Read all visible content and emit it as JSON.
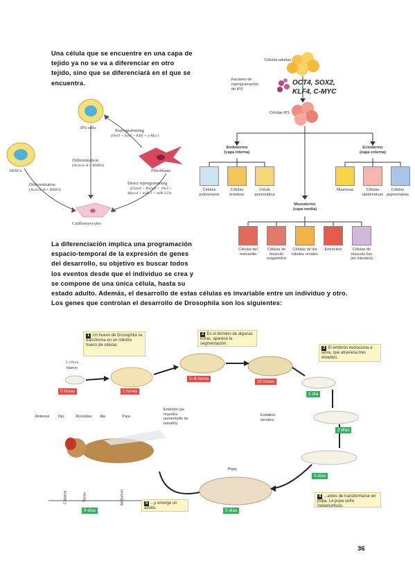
{
  "intro_paragraph": {
    "lines": [
      "Una célula que se encuentre en una capa de",
      "tejido ya no se va a diferenciar en otro",
      "tejido, sino que se diferenciará en el que se",
      "encuentra."
    ]
  },
  "figure_reprogramming": {
    "ips_label": "iPS cells",
    "hescs_label": "hESCs",
    "fibroblasts_label": "Fibroblasts",
    "cardiomyocytes_label": "Cardiomyocytes",
    "reprogramming_label": "Reprogramming",
    "reprogramming_factors": "(Oct4 + Sox2 + Klf4 + c-Myc)",
    "differentiation_label": "Differentiation",
    "differentiation_factors": "(Activin A + BMP4)",
    "differentiation2_label": "Differentiation",
    "differentiation2_factors": "(Activin A + BMP4)",
    "direct_label": "Direct reprogramming",
    "direct_factors_1": "(Gata4 + Hand2 + Tbx5 +",
    "direct_factors_2": "Myocd + miR-1 + miR-133)"
  },
  "figure_ips": {
    "adult_cells": "Células adultas",
    "factors_label_1": "Factores de",
    "factors_label_2": "reprogramación",
    "factors_label_3": "de iPS",
    "factors_names_1": "OCT4, SOX2,",
    "factors_names_2": "KLF4, C-MYC",
    "ips_cells": "Células iPS",
    "endoderm_1": "Endodermo",
    "endoderm_2": "(capa interna)",
    "ectoderm_1": "Ectodermo",
    "ectoderm_2": "(capa externa)",
    "mesoderm_1": "Mesodermo",
    "mesoderm_2": "(capa media)",
    "endo_cells": [
      "Células pulmonares",
      "Células tiroideas",
      "Célula pancreática"
    ],
    "ecto_cells": [
      "Neuronas",
      "Células epidérmicas",
      "Células pigmentarias"
    ],
    "meso_cells": [
      "Células del miocardio",
      "Células de músculo esquelético",
      "Células de los túbulos renales",
      "Eritrocitos",
      "Células de músculo liso (en intestino)"
    ]
  },
  "second_paragraph": {
    "lines": [
      "La diferenciación implica una programación",
      "espacio-temporal de la expresión de genes",
      "del desarrollo, su objetivo es buscar todos",
      "los eventos desde que el individuo se crea y",
      "se compone de una única célula, hasta su",
      "estado adulto. Además, el desarrollo de estas células es invariable entre un individuo y otro.",
      "Los genes que controlan el desarrollo de Drosophila son los siguientes:"
    ]
  },
  "figure_drosophila": {
    "step1_num": "1",
    "step1_text": "Un huevo de Drosophila se transforma en un cilindro hueco de células",
    "step2_num": "2",
    "step2_text": "En el término de algunas horas, aparece la segmentación.",
    "step3_num": "3",
    "step3_text": "El embrión evoluciona a larva, que atraviesa tres estadios.",
    "step4_num": "4",
    "step4_text": "...antes de transformarse en pupa. La pupa sufre metamorfosis.",
    "step5_num": "5",
    "step5_text": "...y emerge un adulto.",
    "one_cell": "1 célula",
    "egg_label": "Huevo",
    "tag_0h": "0 horas",
    "tag_2h": "2 horas",
    "tag_5_8h": "5–8 horas",
    "tag_10h": "10 horas",
    "tag_1d": "1 día",
    "tag_2d": "2 días",
    "tag_3d": "3 días",
    "tag_5d": "5 días",
    "tag_9d": "9 días",
    "embryo_label": "Embrión (se muestra aumentado de tamaño)",
    "larval_label": "Estadios larvales",
    "pupa_label": "Pupa",
    "antennae": "Antenas",
    "eye": "Ojo",
    "halteres": "Ronzales",
    "wing": "Ala",
    "leg": "Pata",
    "head": "Cabeza",
    "thorax": "Tórax",
    "abdomen": "Abdomen"
  },
  "page_number": "36"
}
